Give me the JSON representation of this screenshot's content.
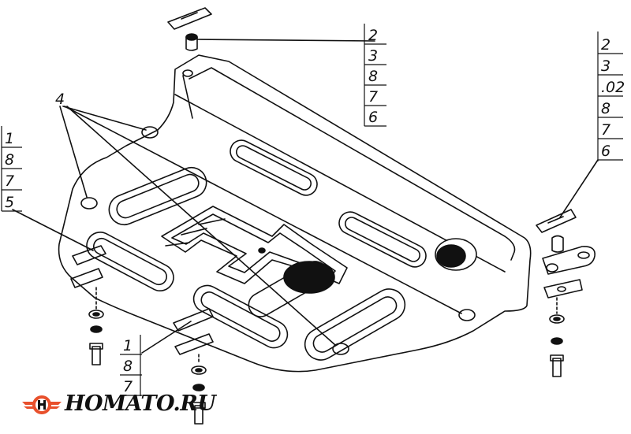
{
  "callouts": {
    "top_center": [
      "2",
      "3",
      "8",
      "7",
      "6"
    ],
    "top_right": [
      "2",
      "3",
      ".02",
      "8",
      "7",
      "6"
    ],
    "left": [
      "1",
      "8",
      "7",
      "5"
    ],
    "bottom_center": [
      "1",
      "8",
      "7"
    ],
    "leader_label": "4"
  },
  "logo": {
    "text": "HOMATO.RU",
    "colors": {
      "ring": "#e8502c",
      "wing": "#e8502c",
      "text": "#111111"
    }
  }
}
